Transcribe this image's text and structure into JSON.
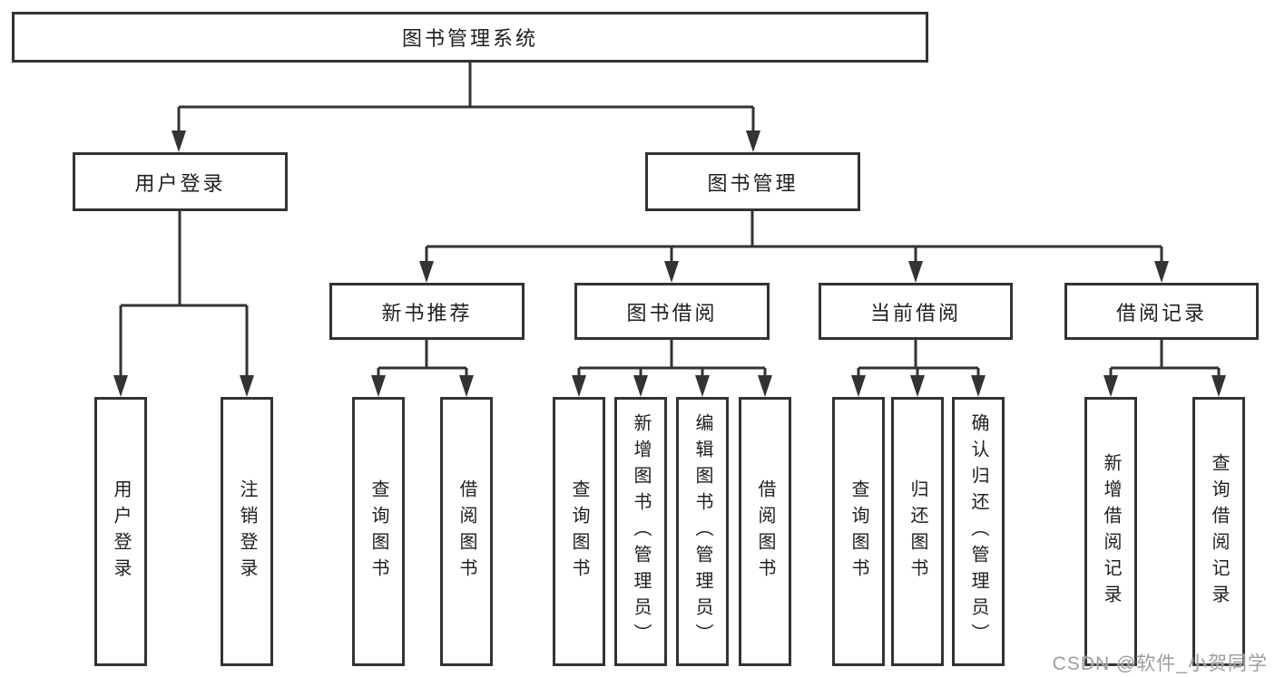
{
  "diagram": {
    "root": {
      "label": "图书管理系统",
      "children": [
        {
          "label": "用户登录",
          "children": [
            {
              "label": "用户登录"
            },
            {
              "label": "注销登录"
            }
          ]
        },
        {
          "label": "图书管理",
          "children": [
            {
              "label": "新书推荐",
              "children": [
                {
                  "label": "查询图书"
                },
                {
                  "label": "借阅图书"
                }
              ]
            },
            {
              "label": "图书借阅",
              "children": [
                {
                  "label": "查询图书"
                },
                {
                  "label": "新增图书（管理员）"
                },
                {
                  "label": "编辑图书（管理员）"
                },
                {
                  "label": "借阅图书"
                }
              ]
            },
            {
              "label": "当前借阅",
              "children": [
                {
                  "label": "查询图书"
                },
                {
                  "label": "归还图书"
                },
                {
                  "label": "确认归还（管理员）"
                }
              ]
            },
            {
              "label": "借阅记录",
              "children": [
                {
                  "label": "新增借阅记录"
                },
                {
                  "label": "查询借阅记录"
                }
              ]
            }
          ]
        }
      ]
    },
    "line_color": "#333333",
    "box_border_color": "#333333",
    "background_color": "#ffffff"
  },
  "watermark": {
    "text": "CSDN @软件_小贺同学"
  }
}
